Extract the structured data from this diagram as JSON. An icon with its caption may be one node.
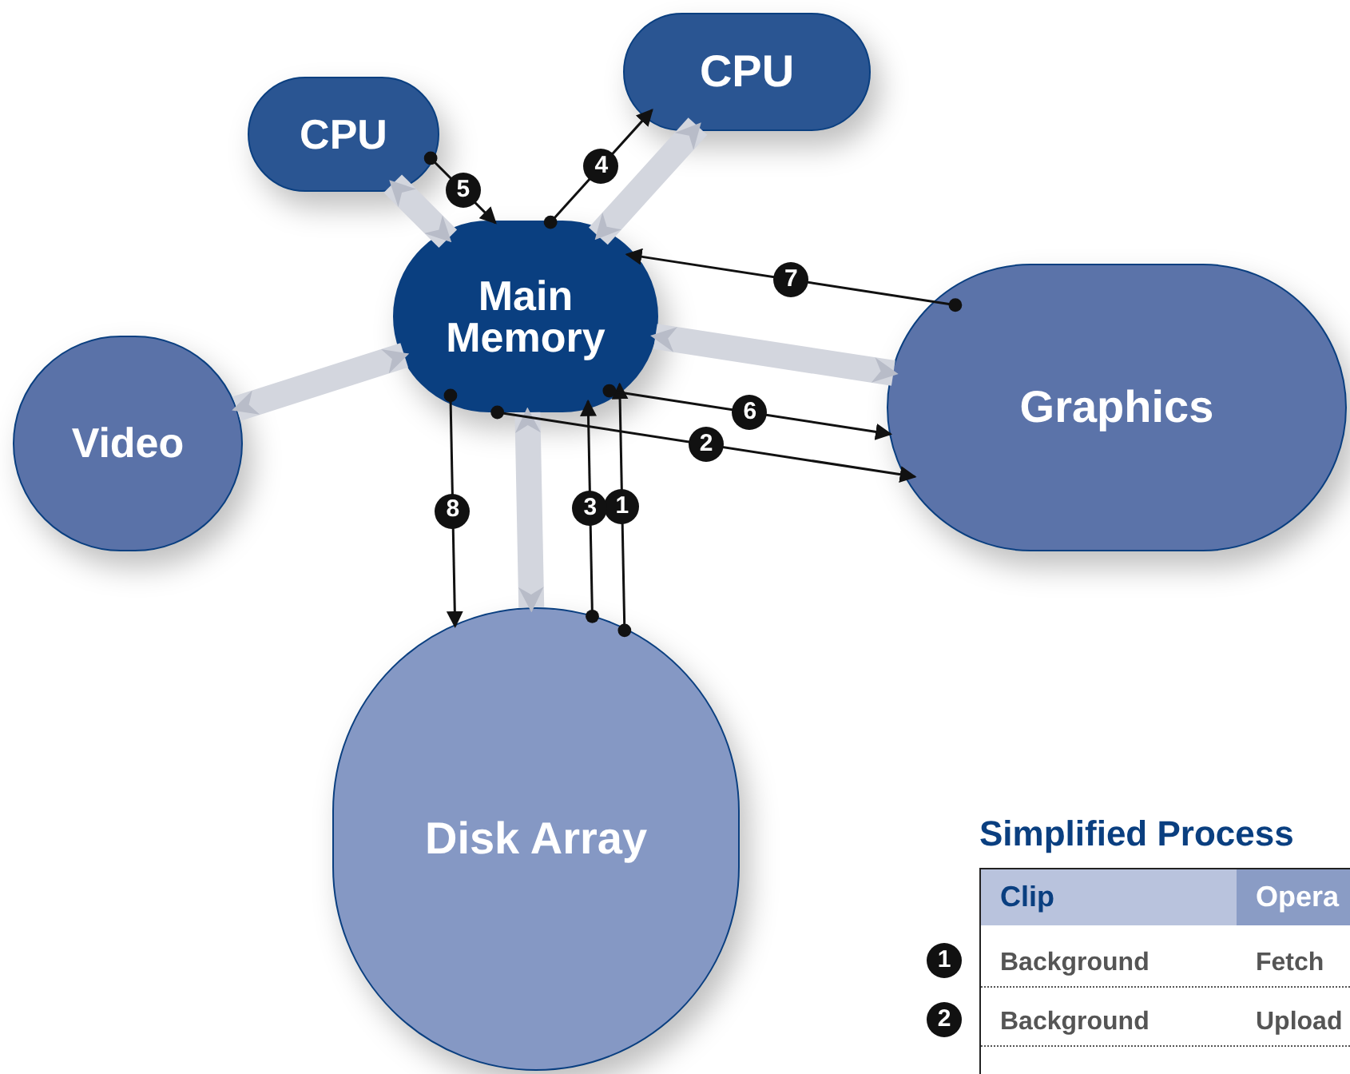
{
  "diagram": {
    "nodes": [
      {
        "text": [
          "CPU"
        ]
      },
      {
        "text": [
          "CPU"
        ]
      },
      {
        "text": [
          "Main Memory"
        ]
      },
      {
        "text": [
          "Video"
        ]
      },
      {
        "text": [
          "Graphics"
        ]
      },
      {
        "text": [
          "Disk Array"
        ]
      }
    ],
    "edges": [
      {
        "from": 0,
        "to": 2,
        "arrow": "both",
        "style": "thick",
        "color": "#d3d6de"
      },
      {
        "from": 1,
        "to": 2,
        "arrow": "both",
        "style": "thick",
        "color": "#d3d6de"
      },
      {
        "from": 2,
        "to": 3,
        "arrow": "both",
        "style": "thick",
        "color": "#d3d6de"
      },
      {
        "from": 2,
        "to": 4,
        "arrow": "both",
        "style": "thick",
        "color": "#d3d6de"
      },
      {
        "from": 2,
        "to": 5,
        "arrow": "both",
        "style": "thick",
        "color": "#d3d6de"
      },
      {
        "from": 5,
        "to": 2,
        "arrow": "to",
        "label": "1"
      },
      {
        "from": 2,
        "to": 4,
        "arrow": "to",
        "label": "2"
      },
      {
        "from": 5,
        "to": 2,
        "arrow": "to",
        "label": "3"
      },
      {
        "from": 2,
        "to": 1,
        "arrow": "to",
        "label": "4"
      },
      {
        "from": 0,
        "to": 2,
        "arrow": "to",
        "label": "5"
      },
      {
        "from": 2,
        "to": 4,
        "arrow": "to",
        "label": "6"
      },
      {
        "from": 4,
        "to": 2,
        "arrow": "to",
        "label": "7"
      },
      {
        "from": 2,
        "to": 5,
        "arrow": "to",
        "label": "8"
      }
    ],
    "labels": [
      "Simplified Process",
      "Clip",
      "Opera",
      "1",
      "Background",
      "Fetch",
      "2",
      "Background",
      "Upload"
    ]
  }
}
